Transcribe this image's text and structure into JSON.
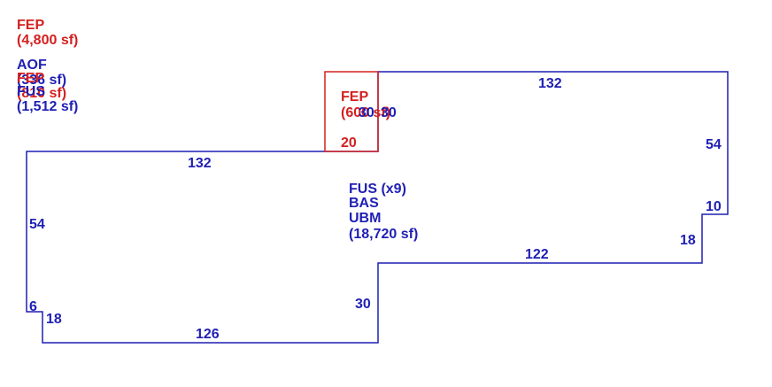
{
  "colors": {
    "blue": "#1f1fb4",
    "red": "#d42020"
  },
  "legend": [
    {
      "lines": [
        "FEP",
        "(4,800 sf)"
      ],
      "color": "red"
    },
    {
      "lines": [
        "AOF",
        "(336 sf)"
      ],
      "color": "blue"
    },
    {
      "lines": [
        "FEP",
        "(810 sf)"
      ],
      "color": "red"
    },
    {
      "lines": [
        "FUS",
        "(1,512 sf)"
      ],
      "color": "blue"
    }
  ],
  "main_area": {
    "lines": [
      "FUS (x9)",
      "BAS",
      "UBM",
      "(18,720 sf)"
    ]
  },
  "small_area": {
    "lines": [
      "FEP",
      "(600 sf)"
    ],
    "overlap_label": "30"
  },
  "dimensions": {
    "top_right": "132",
    "right_upper": "54",
    "right_step": "10",
    "step_horizontal": "18",
    "lower_right": "122",
    "center_vertical": "30",
    "bottom": "126",
    "left_step_horizontal": "18",
    "left_step_vertical": "6",
    "left": "54",
    "upper_left": "132",
    "small_width": "20",
    "small_height": "30"
  }
}
